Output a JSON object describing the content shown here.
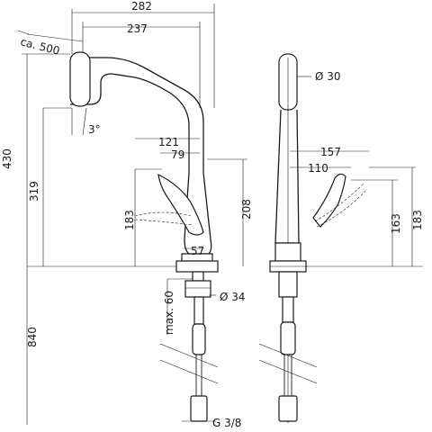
{
  "dimensions": {
    "width_overall": "282",
    "spout_reach": "237",
    "hose_extension": "ca. 500",
    "tilt_angle": "3°",
    "height_total": "430",
    "spout_height": "319",
    "lever_reach": "121",
    "lever_offset": "79",
    "lever_height_left": "183",
    "base_height": "208",
    "base_width": "57",
    "hole_diameter": "Ø 34",
    "max_thickness": "max. 60",
    "hose_length": "840",
    "connection_thread": "G 3/8",
    "side_diameter": "Ø 30",
    "side_lever_reach": "157",
    "side_lever_offset": "110",
    "side_height_163": "163",
    "side_height_183": "183"
  }
}
